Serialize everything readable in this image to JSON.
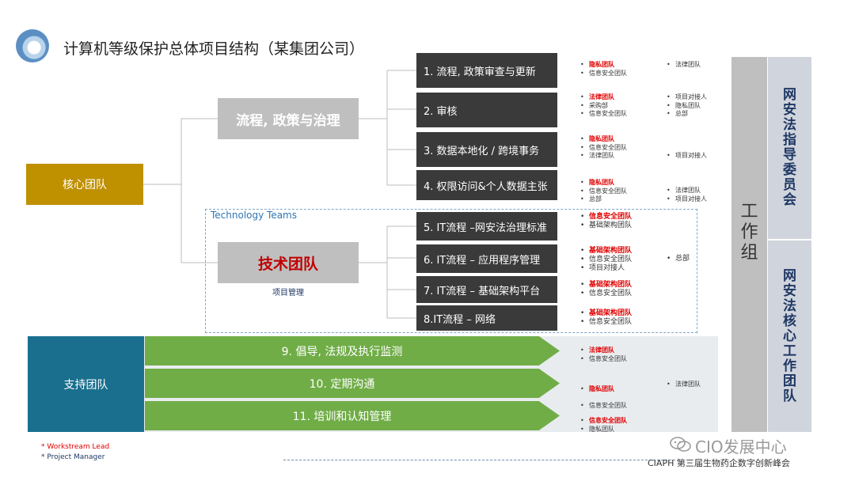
{
  "title": "计算机等级保护总体项目结构（某集团公司）",
  "core_team": "核心团队",
  "process_group": "流程, 政策与治理",
  "tech_group": "技术团队",
  "project_management": "项目管理",
  "tech_teams_label": "Technology Teams",
  "support_team": "支持团队",
  "workstreams": [
    {
      "label": "1. 流程, 政策审查与更新"
    },
    {
      "label": "2. 审核"
    },
    {
      "label": "3. 数据本地化 / 跨境事务"
    },
    {
      "label": "4. 权限访问&个人数据主张"
    },
    {
      "label": "5. IT流程 –网安法治理标准"
    },
    {
      "label": "6. IT流程 – 应用程序管理"
    },
    {
      "label": "7. IT流程 – 基础架构平台"
    },
    {
      "label": "8.IT流程 – 网络"
    }
  ],
  "support_arrows": [
    {
      "label": "9. 倡导, 法规及执行监测"
    },
    {
      "label": "10. 定期沟通"
    },
    {
      "label": "11. 培训和认知管理"
    }
  ],
  "notes": {
    "n1": {
      "c1": [
        "隐私团队",
        "信息安全团队"
      ],
      "c2": [
        "法律团队"
      ]
    },
    "n2": {
      "c1": [
        "法律团队",
        "采购部",
        "信息安全团队"
      ],
      "c2": [
        "项目对接人",
        "隐私团队",
        "总部"
      ]
    },
    "n3": {
      "c1": [
        "隐私团队",
        "信息安全团队",
        "法律团队"
      ],
      "c2": [
        "项目对接人"
      ]
    },
    "n4": {
      "c1": [
        "隐私团队",
        "信息安全团队",
        "总部"
      ],
      "c2": [
        "法律团队",
        "项目对接人"
      ]
    },
    "n5": {
      "c1": [
        "信息安全团队",
        "基础架构团队"
      ]
    },
    "n6": {
      "c1": [
        "基础架构团队",
        "信息安全团队",
        "项目对接人"
      ],
      "c2": [
        "总部"
      ]
    },
    "n7": {
      "c1": [
        "基础架构团队",
        "信息安全团队"
      ]
    },
    "n8": {
      "c1": [
        "基础架构团队",
        "信息安全团队"
      ]
    },
    "n9": {
      "c1": [
        "法律团队",
        "信息安全团队"
      ]
    },
    "n10": {
      "c1": [
        "隐私团队",
        "信息安全团队"
      ],
      "c2": [
        "法律团队"
      ]
    },
    "n11": {
      "c1": [
        "信息安全团队",
        "隐私团队"
      ]
    }
  },
  "working_group": "工作组",
  "side_top": "网安法指导委员会",
  "side_bottom": "网安法核心工作团队",
  "legend": [
    "* Workstream Lead",
    "* Project Manager"
  ],
  "watermark": "CIO发展中心",
  "summit": "CIAPH 第三届生物药企数字创新峰会"
}
